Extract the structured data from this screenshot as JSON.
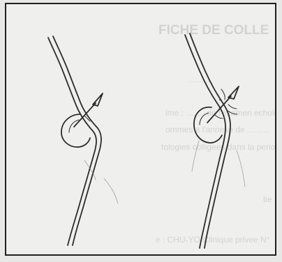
{
  "figure": {
    "panels": [
      {
        "name": "left-sketch",
        "state": "intact"
      },
      {
        "name": "right-sketch",
        "state": "with-spillage-marks"
      }
    ]
  },
  "bleed_through": {
    "title": "FICHE DE COLLE",
    "line_1": ".........",
    "line_2": "ime : ........ de l'examen echologique",
    "line_3": "ommes a l'annexe de ..........",
    "line_4": "tologies colligees dans la periode de",
    "line_5": "tie",
    "line_6": "e : CHU-YO          Clinique privee N°"
  }
}
